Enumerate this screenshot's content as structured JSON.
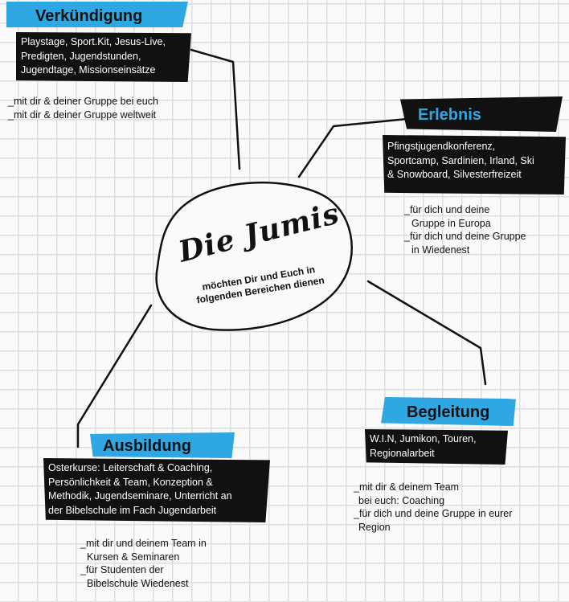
{
  "center": {
    "title": "Die Jumis",
    "subtitle_line1": "möchten Dir und Euch in",
    "subtitle_line2": "folgenden Bereichen dienen"
  },
  "verkuendigung": {
    "title": "Verkündigung",
    "items": [
      "Playstage, Sport.Kit, Jesus-Live,",
      "Predigten, Jugendstunden,",
      "Jugendtage, Missionseinsätze"
    ],
    "notes": [
      "_mit dir & deiner Gruppe bei euch",
      "_mit dir & deiner Gruppe weltweit"
    ]
  },
  "erlebnis": {
    "title": "Erlebnis",
    "items": [
      "Pfingstjugendkonferenz,",
      "Sportcamp, Sardinien, Irland, Ski",
      "& Snowboard, Silvesterfreizeit"
    ],
    "notes": [
      "_für dich und deine",
      "Gruppe in Europa",
      "_für dich und deine Gruppe",
      "in Wiedenest"
    ]
  },
  "begleitung": {
    "title": "Begleitung",
    "items": [
      "W.I.N, Jumikon, Touren,",
      "Regionalarbeit"
    ],
    "notes": [
      "_mit dir & deinem Team",
      "bei euch: Coaching",
      "_für dich und deine Gruppe in eurer",
      "Region"
    ]
  },
  "ausbildung": {
    "title": "Ausbildung",
    "items": [
      "Osterkurse: Leiterschaft & Coaching,",
      "Persönlichkeit & Team, Konzeption &",
      "Methodik, Jugendseminare, Unterricht an",
      "der Bibelschule im Fach Jugendarbeit"
    ],
    "notes": [
      "_mit dir und deinem Team in",
      "Kursen & Seminaren",
      "_für Studenten der",
      "Bibelschule Wiedenest"
    ]
  },
  "colors": {
    "accent": "#2fa7e3",
    "ink": "#111111",
    "paper": "#fafafa",
    "grid": "#dedede"
  }
}
